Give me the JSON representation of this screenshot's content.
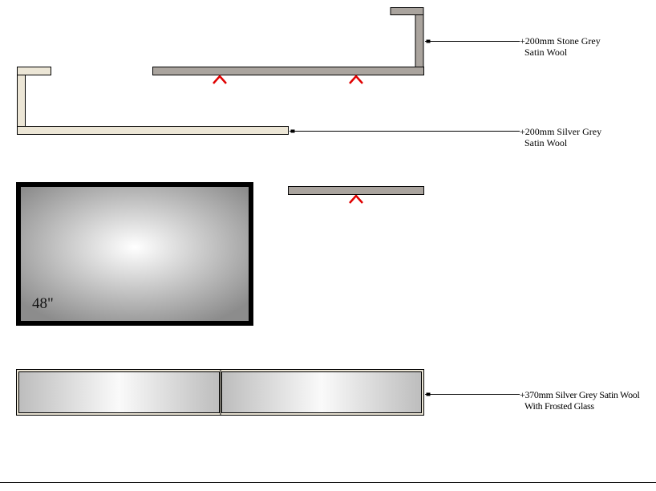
{
  "colors": {
    "stone_grey": "#aaa49e",
    "silver_grey": "#ece6d6",
    "bracket_red": "#e00000"
  },
  "annotations": [
    {
      "line1": "+200mm Stone Grey",
      "line2": "Satin Wool"
    },
    {
      "line1": "+200mm Silver Grey",
      "line2": "Satin Wool"
    },
    {
      "line1": "+370mm Silver Grey Satin Wool",
      "line2": "With Frosted Glass"
    }
  ],
  "tv": {
    "size_label": "48\""
  }
}
